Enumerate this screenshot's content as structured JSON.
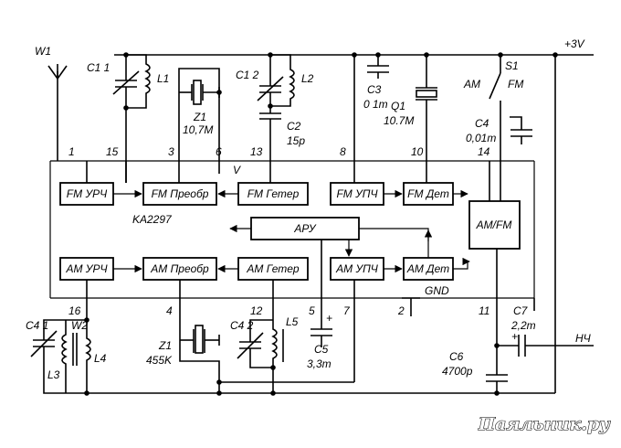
{
  "chip": "KA2297",
  "blocks": {
    "fm_urch": "FM УРЧ",
    "fm_preobr": "FM Преобр",
    "fm_geter": "FM Гетер",
    "fm_upch": "FM УПЧ",
    "fm_det": "FM Дет",
    "aru": "АРУ",
    "amfm": "AM/FM",
    "am_urch": "AM УРЧ",
    "am_preobr": "AM Преобр",
    "am_geter": "AM Гетер",
    "am_upch": "AM УПЧ",
    "am_det": "AM Дет"
  },
  "pins": {
    "p1": "1",
    "p15": "15",
    "p3": "3",
    "p6": "6",
    "p13": "13",
    "p8": "8",
    "p10": "10",
    "p14": "14",
    "p16": "16",
    "p4": "4",
    "p12": "12",
    "p5": "5",
    "p7": "7",
    "p2": "2",
    "p11": "11"
  },
  "labels": {
    "w1": "W1",
    "vplus": "+3V",
    "c1_1": "C1 1",
    "l1": "L1",
    "z1_top": "Z1",
    "z1_top_val": "10,7M",
    "c1_2": "C1 2",
    "l2": "L2",
    "c2": "C2",
    "c2_val": "15p",
    "c3": "C3",
    "c3_val": "0 1m",
    "q1": "Q1",
    "q1_val": "10.7M",
    "s1": "S1",
    "am": "AM",
    "fm": "FM",
    "c4": "C4",
    "c4_val": "0,01m",
    "v": "V",
    "gnd": "GND",
    "c4_1": "C4 1",
    "w2": "W2",
    "l3": "L3",
    "l4": "L4",
    "z1_bot": "Z1",
    "z1_bot_val": "455K",
    "c4_2": "C4 2",
    "l5": "L5",
    "c5": "C5",
    "c5_val": "3,3m",
    "c6": "C6",
    "c6_val": "4700p",
    "c7": "C7",
    "c7_val": "2,2m",
    "nch": "НЧ",
    "plus": "+",
    "watermark": "Паяльник.ру"
  }
}
